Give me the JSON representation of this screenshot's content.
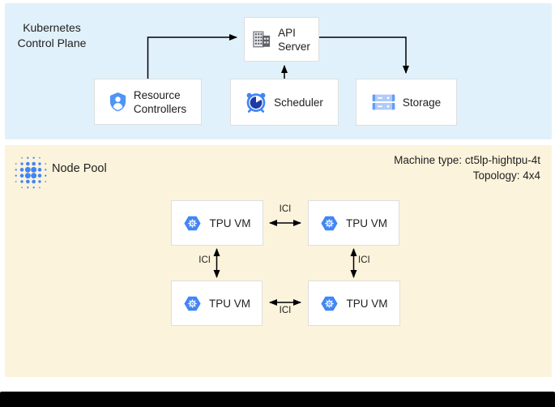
{
  "colors": {
    "control_plane_bg": "#e1f1fb",
    "node_pool_bg": "#fcf3dc",
    "box_bg": "#ffffff",
    "box_border": "#dedede",
    "text": "#1f1f1f",
    "arrow": "#000000",
    "google_blue": "#4285f4",
    "shield_blue": "#4e95f5",
    "clock_pie_navy": "#1c3aa9",
    "storage_light_blue": "#aecbfa",
    "storage_dark_blue": "#669df6",
    "icon_grey": "#5f6368",
    "bottom_bar": "#000000"
  },
  "control_plane": {
    "title": "Kubernetes\nControl Plane",
    "boxes": [
      {
        "id": "api-server",
        "label": "API\nServer",
        "icon": "building-icon"
      },
      {
        "id": "resource-controllers",
        "label": "Resource\nControllers",
        "icon": "shield-user-icon"
      },
      {
        "id": "scheduler",
        "label": "Scheduler",
        "icon": "alarm-clock-icon"
      },
      {
        "id": "storage",
        "label": "Storage",
        "icon": "storage-disks-icon"
      }
    ]
  },
  "node_pool": {
    "title": "Node Pool",
    "icon": "dot-cluster-icon",
    "machine_type": "Machine type: ct5lp-hightpu-4t",
    "topology": "Topology: 4x4",
    "vms": [
      {
        "label": "TPU VM",
        "icon": "gke-hexagon-icon"
      },
      {
        "label": "TPU VM",
        "icon": "gke-hexagon-icon"
      },
      {
        "label": "TPU VM",
        "icon": "gke-hexagon-icon"
      },
      {
        "label": "TPU VM",
        "icon": "gke-hexagon-icon"
      }
    ],
    "links": [
      {
        "label": "ICI",
        "position": "top"
      },
      {
        "label": "ICI",
        "position": "left"
      },
      {
        "label": "ICI",
        "position": "right"
      },
      {
        "label": "ICI",
        "position": "bottom"
      }
    ]
  }
}
